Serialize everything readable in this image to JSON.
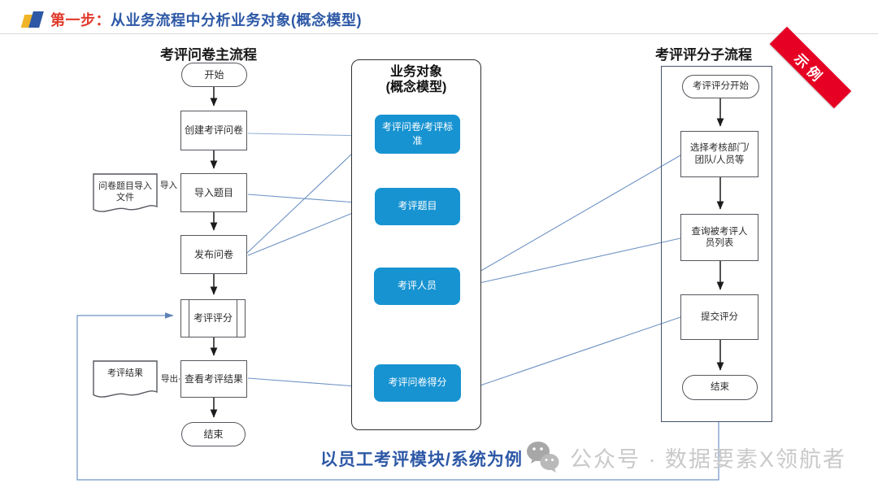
{
  "header": {
    "step_label": "第一步：",
    "title": "从业务流程中分析业务对象(概念模型)"
  },
  "left_flow": {
    "title": "考评问卷主流程",
    "nodes": {
      "start": "开始",
      "create": "创建考评问卷",
      "import": "导入题目",
      "publish": "发布问卷",
      "score": "考评评分",
      "view": "查看考评结果",
      "end": "结束"
    },
    "import_doc": "问卷题目导入文件",
    "import_label": "导入",
    "export_doc": "考评结果",
    "export_label": "导出"
  },
  "middle": {
    "title_line1": "业务对象",
    "title_line2": "(概念模型)",
    "objects": [
      "考评问卷/考评标准",
      "考评题目",
      "考评人员",
      "考评问卷得分"
    ]
  },
  "right_flow": {
    "title": "考评评分子流程",
    "badge": "示例",
    "nodes": {
      "start": "考评评分开始",
      "select": "选择考核部门/团队/人员等",
      "query": "查询被考评人员列表",
      "submit": "提交评分",
      "end": "结束"
    }
  },
  "footer": {
    "caption": "以员工考评模块/系统为例",
    "watermark": "公众号 · 数据要素X领航者"
  },
  "colors": {
    "object_blue": "#1793d1",
    "title_blue": "#2d58a6",
    "step_red": "#e03a2c",
    "connector_blue": "#6e93c4",
    "banner_red": "#e60023"
  }
}
